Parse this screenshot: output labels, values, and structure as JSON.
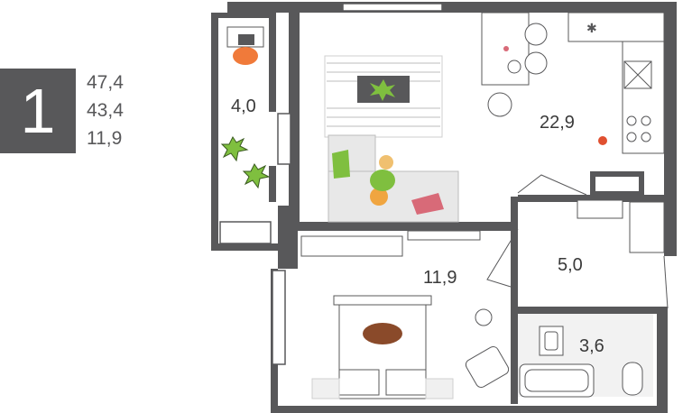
{
  "badge": {
    "rooms": "1"
  },
  "areas": {
    "total": "47,4",
    "living": "43,4",
    "bedroom": "11,9"
  },
  "rooms": {
    "balcony": "4,0",
    "kitchen_living": "22,9",
    "bedroom": "11,9",
    "hall": "5,0",
    "bathroom": "3,6"
  },
  "colors": {
    "wall": "#58585a",
    "plant": "#7fbf3f",
    "accent": "#f07a3a",
    "pillow": "#d86a78"
  }
}
